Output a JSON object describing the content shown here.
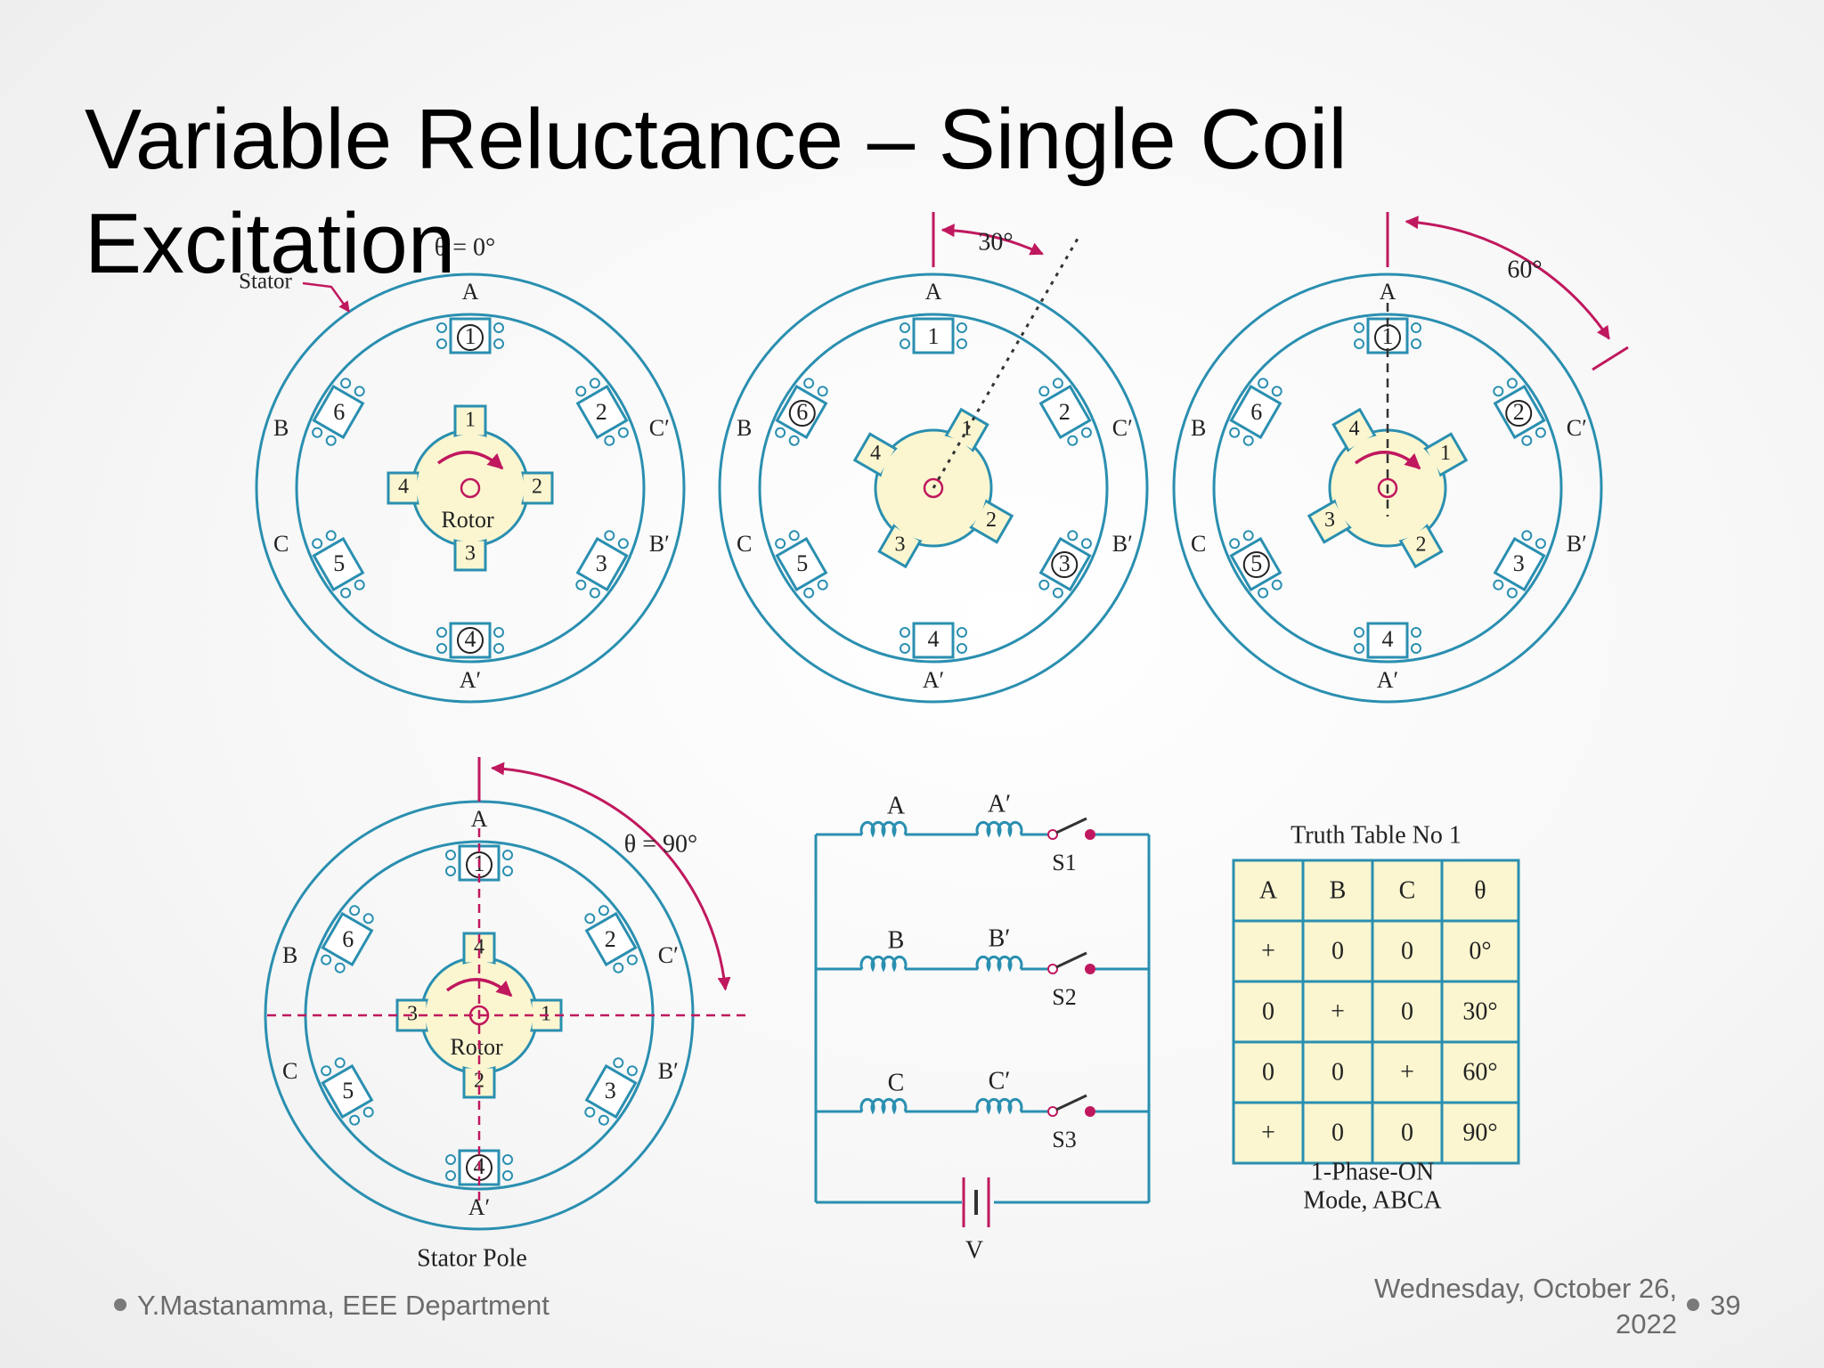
{
  "slide": {
    "title_line1": "Variable Reluctance – Single Coil",
    "title_line2": "Excitation",
    "footer_author": "Y.Mastanamma, EEE Department",
    "footer_date_line1": "Wednesday, October 26,",
    "footer_date_line2": "2022",
    "page_number": "39"
  },
  "colors": {
    "stator": "#2a8fb0",
    "rotor_fill": "#fbf6d0",
    "arrow": "#c0185e"
  },
  "motor1": {
    "angle_label": "θ = 0°",
    "stator_callout": "Stator",
    "rotor_label": "Rotor",
    "stator_labels": [
      "A",
      "C′",
      "B′",
      "A′",
      "C",
      "B"
    ],
    "stator_numbers": [
      "1",
      "2",
      "3",
      "4",
      "5",
      "6"
    ],
    "rotor_numbers": [
      "1",
      "2",
      "3",
      "4"
    ]
  },
  "motor2": {
    "angle_label": "30°",
    "stator_labels": [
      "A",
      "C′",
      "B′",
      "A′",
      "C",
      "B"
    ],
    "stator_numbers": [
      "1",
      "2",
      "3",
      "4",
      "5",
      "6"
    ],
    "rotor_numbers": [
      "1",
      "2",
      "3",
      "4"
    ]
  },
  "motor3": {
    "angle_label": "60°",
    "stator_labels": [
      "A",
      "C′",
      "B′",
      "A′",
      "C",
      "B"
    ],
    "stator_numbers": [
      "1",
      "2",
      "3",
      "4",
      "5",
      "6"
    ],
    "rotor_numbers": [
      "1",
      "2",
      "3",
      "4"
    ]
  },
  "motor4": {
    "angle_label": "θ = 90°",
    "rotor_label": "Rotor",
    "caption": "Stator Pole",
    "stator_labels": [
      "A",
      "C′",
      "B′",
      "A′",
      "C",
      "B"
    ],
    "stator_numbers": [
      "1",
      "2",
      "3",
      "4",
      "5",
      "6"
    ],
    "rotor_numbers": [
      "4",
      "1",
      "2",
      "3"
    ]
  },
  "circuit": {
    "coil_labels": [
      "A",
      "A′",
      "B",
      "B′",
      "C",
      "C′"
    ],
    "switches": [
      "S1",
      "S2",
      "S3"
    ],
    "supply_label": "V"
  },
  "truth_table": {
    "title": "Truth Table No 1",
    "headers": [
      "A",
      "B",
      "C",
      "θ"
    ],
    "rows": [
      [
        "+",
        "0",
        "0",
        "0°"
      ],
      [
        "0",
        "+",
        "0",
        "30°"
      ],
      [
        "0",
        "0",
        "+",
        "60°"
      ],
      [
        "+",
        "0",
        "0",
        "90°"
      ]
    ],
    "caption_line1": "1-Phase-ON",
    "caption_line2": "Mode, ABCA"
  }
}
